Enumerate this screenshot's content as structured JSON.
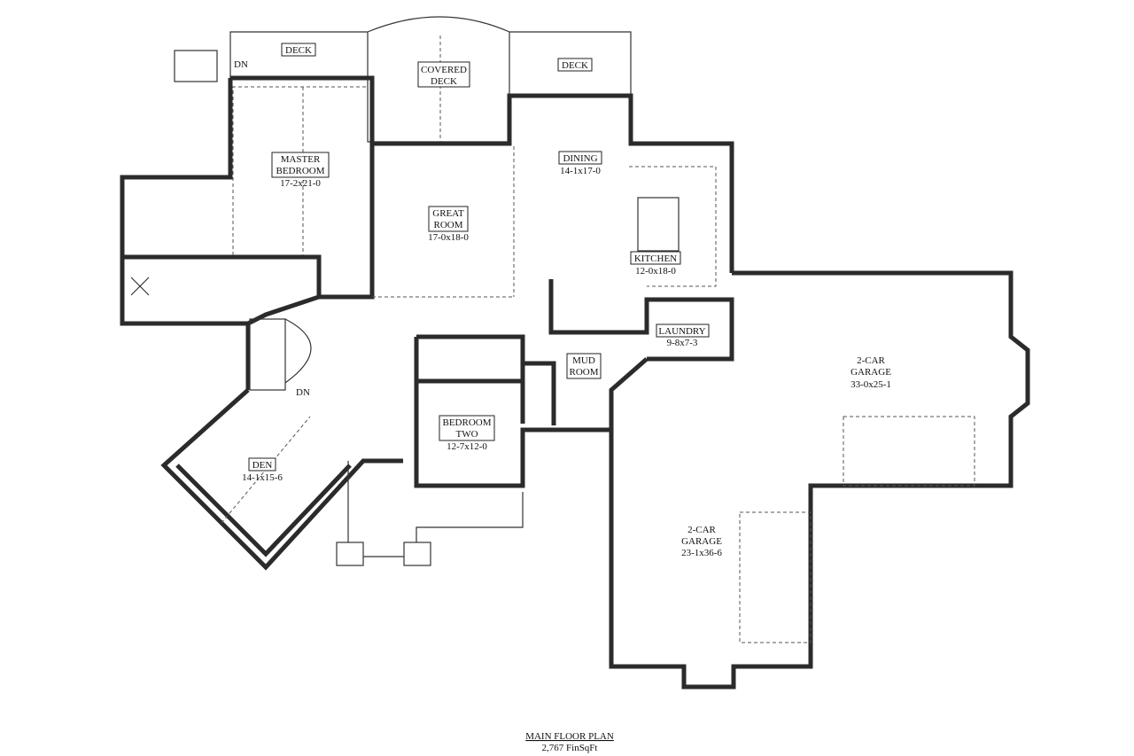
{
  "title": "MAIN FLOOR PLAN",
  "subtitle": "2,767 FinSqFt",
  "rooms": [
    {
      "name": "DECK",
      "lines": [
        "DECK"
      ],
      "dims": ""
    },
    {
      "name": "COVERED DECK",
      "lines": [
        "COVERED",
        "DECK"
      ],
      "dims": ""
    },
    {
      "name": "DECK",
      "lines": [
        "DECK"
      ],
      "dims": ""
    },
    {
      "name": "MASTER BEDROOM",
      "lines": [
        "MASTER",
        "BEDROOM"
      ],
      "dims": "17-2x21-0"
    },
    {
      "name": "GREAT ROOM",
      "lines": [
        "GREAT",
        "ROOM"
      ],
      "dims": "17-0x18-0"
    },
    {
      "name": "DINING",
      "lines": [
        "DINING"
      ],
      "dims": "14-1x17-0"
    },
    {
      "name": "KITCHEN",
      "lines": [
        "KITCHEN"
      ],
      "dims": "12-0x18-0"
    },
    {
      "name": "LAUNDRY",
      "lines": [
        "LAUNDRY"
      ],
      "dims": "9-8x7-3"
    },
    {
      "name": "2-CAR GARAGE",
      "lines": [
        "2-CAR",
        "GARAGE"
      ],
      "dims": "33-0x25-1"
    },
    {
      "name": "MUD ROOM",
      "lines": [
        "MUD",
        "ROOM"
      ],
      "dims": ""
    },
    {
      "name": "BEDROOM TWO",
      "lines": [
        "BEDROOM",
        "TWO"
      ],
      "dims": "12-7x12-0"
    },
    {
      "name": "DEN",
      "lines": [
        "DEN"
      ],
      "dims": "14-1x15-6"
    },
    {
      "name": "2-CAR GARAGE",
      "lines": [
        "2-CAR",
        "GARAGE"
      ],
      "dims": "23-1x36-6"
    }
  ],
  "stair_labels": [
    "DN",
    "DN"
  ]
}
